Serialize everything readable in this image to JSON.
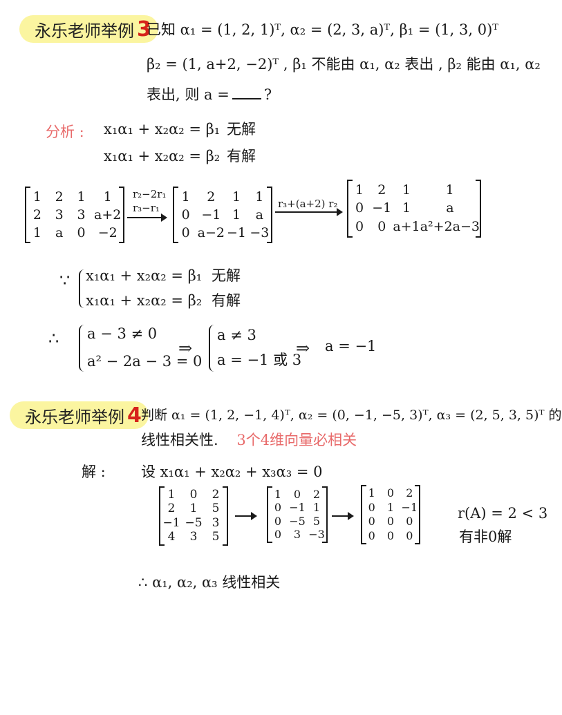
{
  "example3": {
    "badge_text": "永乐老师举例",
    "badge_num": "3",
    "problem_line1": "已知 α₁ = (1, 2, 1)ᵀ,  α₂ = (2, 3, a)ᵀ,  β₁ = (1, 3, 0)ᵀ",
    "problem_line2": "β₂ = (1, a+2, −2)ᵀ ,  β₁ 不能由 α₁, α₂ 表出 , β₂ 能由 α₁, α₂",
    "problem_line3_pre": "表出, 则 a =",
    "problem_line3_post": "?",
    "analysis_label": "分析 :",
    "eq1": "x₁α₁ + x₂α₂ = β₁",
    "eq1_result": "无解",
    "eq2": "x₁α₁ + x₂α₂ = β₂",
    "eq2_result": "有解",
    "matrix1": [
      [
        "1",
        "2",
        "1",
        "1"
      ],
      [
        "2",
        "3",
        "3",
        "a+2"
      ],
      [
        "1",
        "a",
        "0",
        "−2"
      ]
    ],
    "op1_line1": "r₂−2r₁",
    "op1_line2": "r₃−r₁",
    "matrix2": [
      [
        "1",
        "2",
        "1",
        "1"
      ],
      [
        "0",
        "−1",
        "1",
        "a"
      ],
      [
        "0",
        "a−2",
        "−1",
        "−3"
      ]
    ],
    "op2": "r₃+(a+2) r₂",
    "matrix3": [
      [
        "1",
        "2",
        "1",
        "1"
      ],
      [
        "0",
        "−1",
        "1",
        "a"
      ],
      [
        "0",
        "0",
        "a+1",
        "a²+2a−3"
      ]
    ],
    "because_symbol": "∵",
    "because_eq1": "x₁α₁ + x₂α₂ = β₁",
    "because_res1": "无解",
    "because_eq2": "x₁α₁ + x₂α₂ = β₂",
    "because_res2": "有解",
    "therefore_symbol": "∴",
    "cond1": "a − 3 ≠ 0",
    "cond2": "a² − 2a − 3 = 0",
    "implies": "⇒",
    "res1": "a ≠ 3",
    "res2": "a = −1 或 3",
    "final": "a = −1"
  },
  "example4": {
    "badge_text": "永乐老师举例",
    "badge_num": "4",
    "problem_line1": "判断 α₁ = (1, 2, −1, 4)ᵀ,  α₂ = (0, −1, −5, 3)ᵀ,  α₃ = (2, 5, 3, 5)ᵀ 的",
    "problem_line2": "线性相关性.",
    "note": "3个4维向量必相关",
    "solution_label": "解 :",
    "setup": "设 x₁α₁ + x₂α₂ + x₃α₃ = 0",
    "matrix1": [
      [
        "1",
        "0",
        "2"
      ],
      [
        "2",
        "1",
        "5"
      ],
      [
        "−1",
        "−5",
        "3"
      ],
      [
        "4",
        "3",
        "5"
      ]
    ],
    "matrix2": [
      [
        "1",
        "0",
        "2"
      ],
      [
        "0",
        "−1",
        "1"
      ],
      [
        "0",
        "−5",
        "5"
      ],
      [
        "0",
        "3",
        "−3"
      ]
    ],
    "matrix3": [
      [
        "1",
        "0",
        "2"
      ],
      [
        "0",
        "1",
        "−1"
      ],
      [
        "0",
        "0",
        "0"
      ],
      [
        "0",
        "0",
        "0"
      ]
    ],
    "rank": "r(A) = 2 < 3",
    "nonzero": "有非0解",
    "conclusion_symbol": "∴",
    "conclusion": "α₁, α₂, α₃ 线性相关"
  }
}
